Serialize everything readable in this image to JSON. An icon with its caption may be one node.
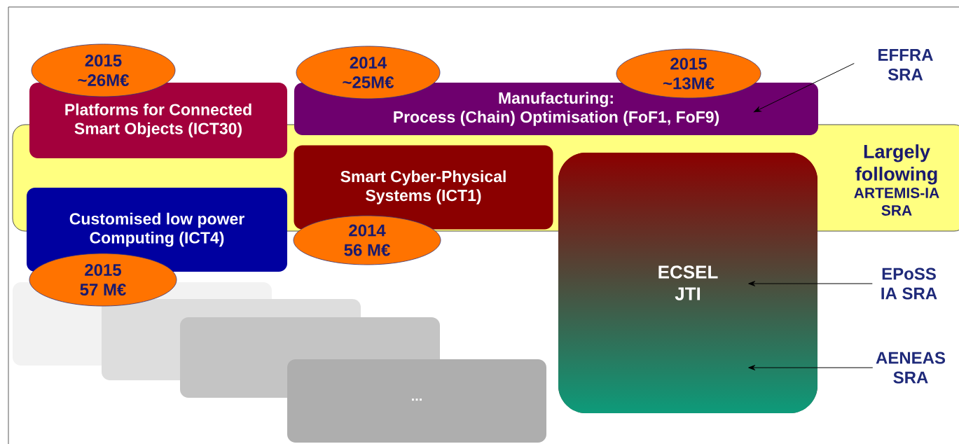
{
  "diagram": {
    "nodes": [
      {
        "text": [
          "Largely following",
          "ARTEMIS-IA SRA"
        ]
      },
      {
        "text": [
          "Platforms for Connected Smart Objects (ICT30)"
        ]
      },
      {
        "text": [
          "2015 ~26M€"
        ]
      },
      {
        "text": [
          "Manufacturing:",
          "Process (Chain) Optimisation (FoF1, FoF9)"
        ]
      },
      {
        "text": [
          "2014 ~25M€"
        ]
      },
      {
        "text": [
          "2015 ~13M€"
        ]
      },
      {
        "text": [
          "Smart Cyber-Physical Systems (ICT1)"
        ],
        "in": 0
      },
      {
        "text": [
          "Customised low power Computing (ICT4)"
        ]
      },
      {
        "text": [
          "2014 56 M€"
        ]
      },
      {
        "text": [
          "2015 57 M€"
        ]
      },
      {
        "text": [],
        "shape": "box"
      },
      {
        "text": [],
        "shape": "box"
      },
      {
        "text": [],
        "shape": "box"
      },
      {
        "text": [
          "..."
        ]
      },
      {
        "text": [
          "ECSEL JTI"
        ]
      },
      {
        "text": [
          "EFFRA SRA"
        ]
      },
      {
        "text": [
          "EPoSS IA SRA"
        ]
      },
      {
        "text": [
          "AENEAS SRA"
        ]
      }
    ],
    "edges": [
      {
        "from": 15,
        "to": 3,
        "arrow": "to"
      },
      {
        "from": 16,
        "to": 14,
        "arrow": "to"
      },
      {
        "from": 17,
        "to": 14,
        "arrow": "to"
      }
    ]
  }
}
